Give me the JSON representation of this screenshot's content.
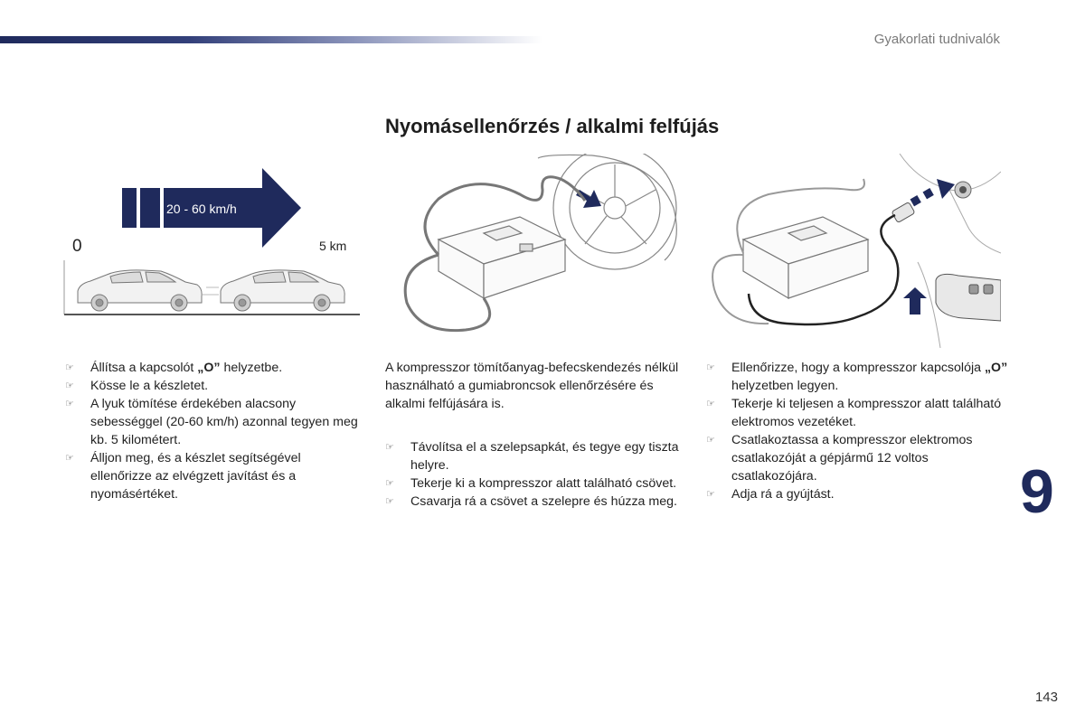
{
  "header": {
    "section_title": "Gyakorlati tudnivalók"
  },
  "title": "Nyomásellenőrzés / alkalmi felfújás",
  "speed_illustration": {
    "speed_label": "20 - 60 km/h",
    "start_label": "0",
    "end_label": "5 km"
  },
  "columns": [
    {
      "bullets": [
        {
          "before": "Állítsa a kapcsolót ",
          "bold": "„O”",
          "after": " helyzetbe."
        },
        {
          "before": "Kösse le a készletet.",
          "bold": "",
          "after": ""
        },
        {
          "before": "A lyuk tömítése érdekében alacsony sebességgel (20-60 km/h) azonnal tegyen meg kb. 5 kilométert.",
          "bold": "",
          "after": ""
        },
        {
          "before": "Álljon meg, és a készlet segítségével ellenőrizze az elvégzett javítást és a nyomásértéket.",
          "bold": "",
          "after": ""
        }
      ]
    },
    {
      "intro": "A kompresszor tömítőanyag-befecskendezés nélkül használható a gumiabroncsok ellenőrzésére és alkalmi felfújására is.",
      "bullets": [
        {
          "before": "Távolítsa el a szelepsapkát, és tegye egy tiszta helyre.",
          "bold": "",
          "after": ""
        },
        {
          "before": "Tekerje ki a kompresszor alatt található csövet.",
          "bold": "",
          "after": ""
        },
        {
          "before": "Csavarja rá a csövet a szelepre és húzza meg.",
          "bold": "",
          "after": ""
        }
      ]
    },
    {
      "bullets": [
        {
          "before": "Ellenőrizze, hogy a kompresszor kapcsolója ",
          "bold": "„O”",
          "after": " helyzetben legyen."
        },
        {
          "before": "Tekerje ki teljesen a kompresszor alatt található elektromos vezetéket.",
          "bold": "",
          "after": ""
        },
        {
          "before": "Csatlakoztassa a kompresszor elektromos csatlakozóját a gépjármű 12 voltos csatlakozójára.",
          "bold": "",
          "after": ""
        },
        {
          "before": "Adja rá a gyújtást.",
          "bold": "",
          "after": ""
        }
      ]
    }
  ],
  "chapter_number": "9",
  "page_number": "143",
  "colors": {
    "brand_navy": "#1f2a5c",
    "text": "#222222",
    "muted": "#7a7a7a"
  }
}
